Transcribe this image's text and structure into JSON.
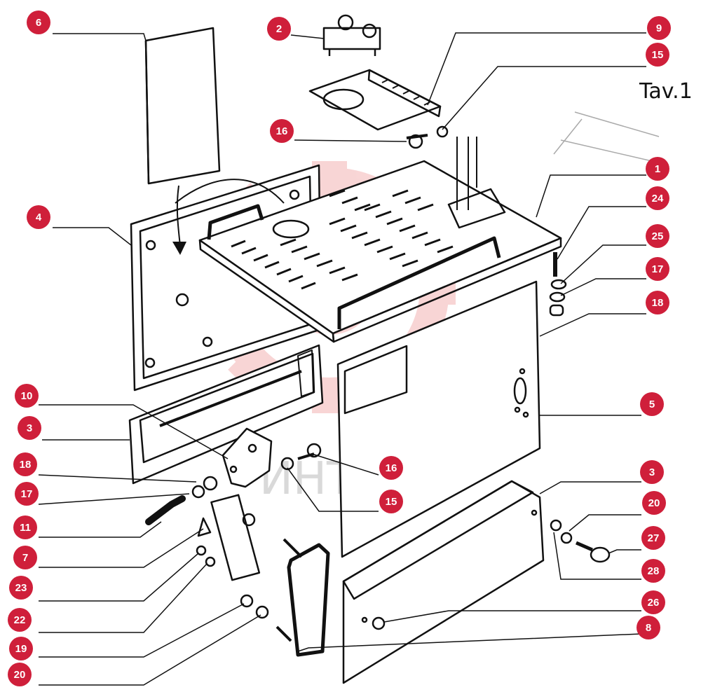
{
  "title": "Tav.1",
  "watermark": "ИНТЕХ",
  "colors": {
    "callout": "#cf1f3a",
    "line": "#111111",
    "watermark_gear": "#f7c7c7",
    "watermark_text": "#d9d9d9"
  },
  "callouts": [
    "6",
    "2",
    "9",
    "15",
    "16",
    "1",
    "24",
    "25",
    "17",
    "18",
    "4",
    "10",
    "3",
    "5",
    "18",
    "17",
    "16",
    "15",
    "11",
    "3",
    "20",
    "27",
    "7",
    "28",
    "23",
    "26",
    "22",
    "8",
    "19",
    "20"
  ]
}
